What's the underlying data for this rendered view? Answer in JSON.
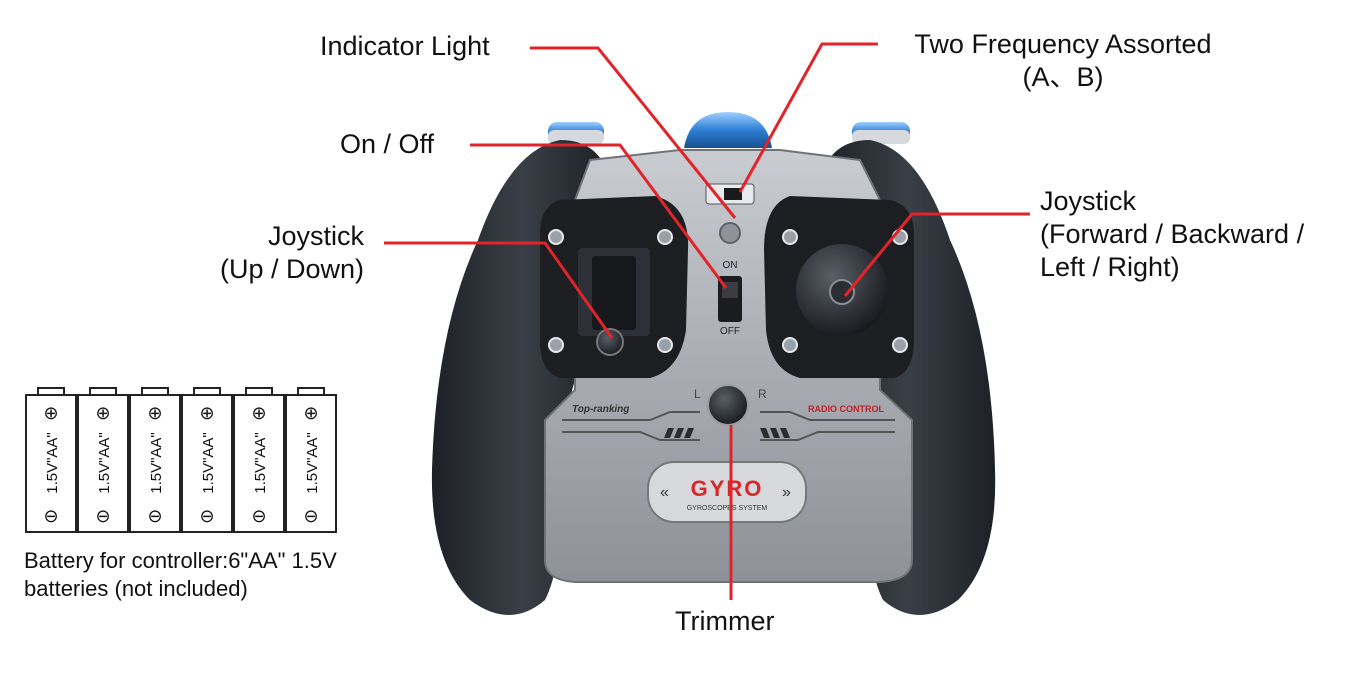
{
  "labels": {
    "indicator_light": "Indicator Light",
    "two_frequency": "Two Frequency Assorted",
    "two_frequency_sub": "(A、B)",
    "on_off": "On / Off",
    "joystick_left": "Joystick",
    "joystick_left_sub": "(Up / Down)",
    "joystick_right": "Joystick",
    "joystick_right_sub1": "(Forward / Backward /",
    "joystick_right_sub2": "Left / Right)",
    "trimmer": "Trimmer"
  },
  "controller": {
    "switch_on": "ON",
    "switch_off": "OFF",
    "left_badge": "Top-ranking",
    "right_badge": "RADIO CONTROL",
    "trim_left": "L",
    "trim_right": "R",
    "brand": "GYRO",
    "brand_sub": "GYROSCOPES SYSTEM"
  },
  "batteries": {
    "count": 6,
    "label": "1.5V\"AA\"",
    "plus": "⊕",
    "minus": "⊖",
    "caption_line1": "Battery for controller:6\"AA\" 1.5V",
    "caption_line2": "batteries (not included)"
  },
  "colors": {
    "callout_line": "#e3232a",
    "grip": "#2b2f36",
    "body": "#b8bcc2",
    "button_blue": "#2f7fd6",
    "brand_red": "#d9262b"
  }
}
